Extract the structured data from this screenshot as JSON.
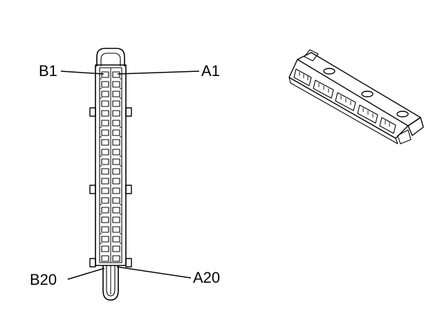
{
  "labels": {
    "b1": "B1",
    "a1": "A1",
    "b20": "B20",
    "a20": "A20"
  },
  "colors": {
    "line": "#000000",
    "background": "#ffffff"
  }
}
